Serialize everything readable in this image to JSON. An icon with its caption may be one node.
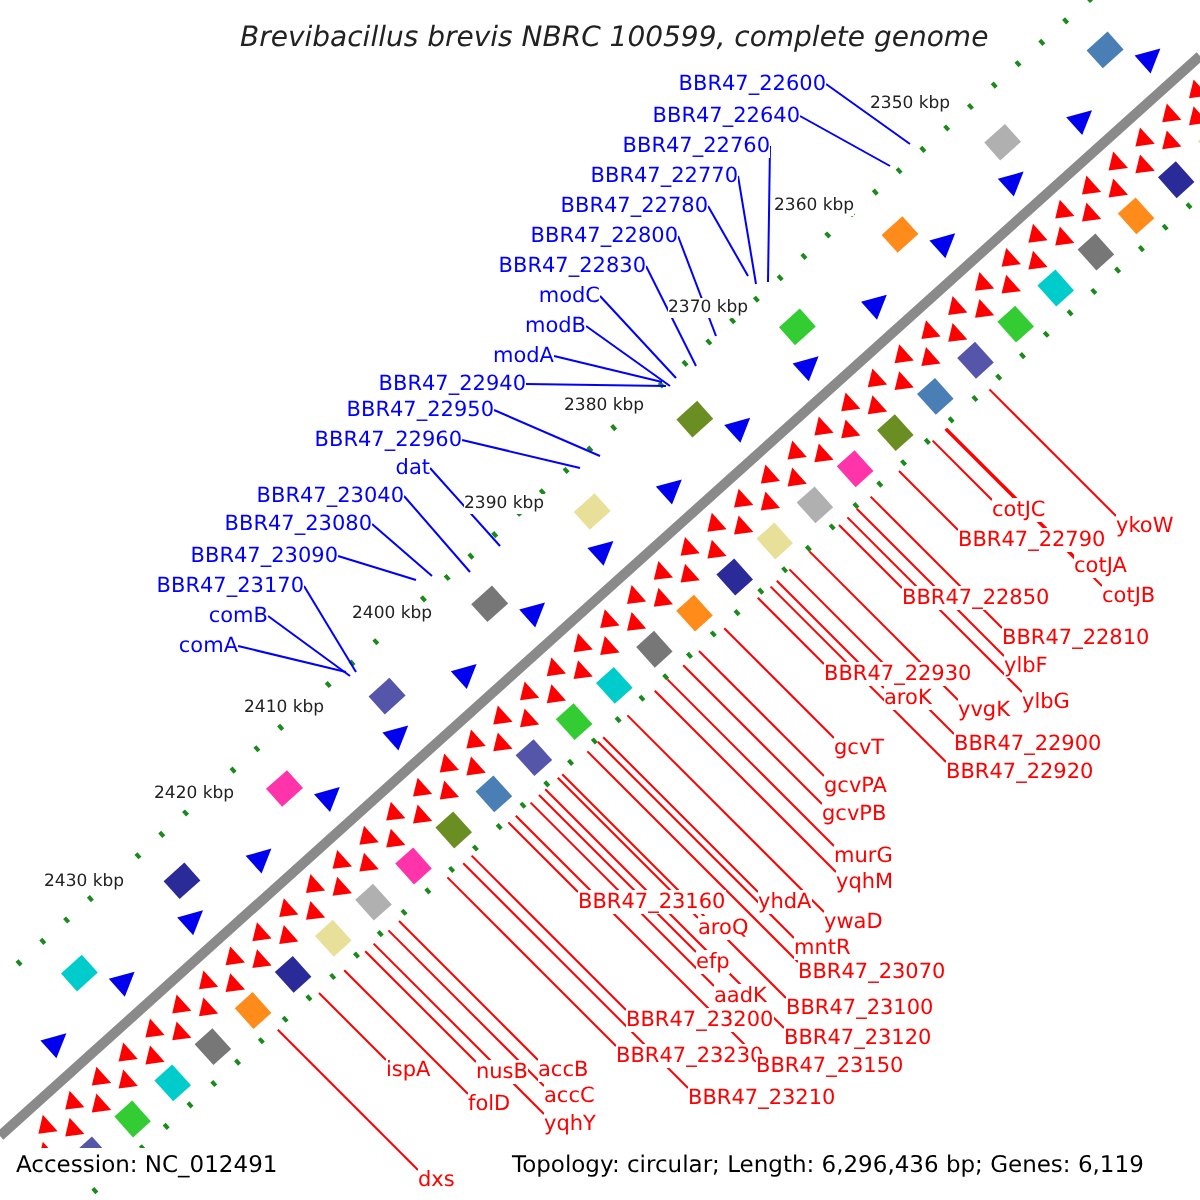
{
  "diagram": {
    "title": "Brevibacillus brevis NBRC 100599, complete genome",
    "nodes": [
      {
        "text": [
          "BBR47_22600"
        ]
      },
      {
        "text": [
          "BBR47_22640"
        ]
      },
      {
        "text": [
          "BBR47_22760"
        ]
      },
      {
        "text": [
          "BBR47_22770"
        ]
      },
      {
        "text": [
          "BBR47_22780"
        ]
      },
      {
        "text": [
          "BBR47_22800"
        ]
      },
      {
        "text": [
          "BBR47_22830"
        ]
      },
      {
        "text": [
          "modC"
        ]
      },
      {
        "text": [
          "modB"
        ]
      },
      {
        "text": [
          "modA"
        ]
      },
      {
        "text": [
          "BBR47_22940"
        ]
      },
      {
        "text": [
          "BBR47_22950"
        ]
      },
      {
        "text": [
          "BBR47_22960"
        ]
      },
      {
        "text": [
          "dat"
        ]
      },
      {
        "text": [
          "BBR47_23040"
        ]
      },
      {
        "text": [
          "BBR47_23080"
        ]
      },
      {
        "text": [
          "BBR47_23090"
        ]
      },
      {
        "text": [
          "BBR47_23170"
        ]
      },
      {
        "text": [
          "comB"
        ]
      },
      {
        "text": [
          "comA"
        ]
      },
      {
        "text": [
          "cotJC"
        ]
      },
      {
        "text": [
          "ykoW"
        ]
      },
      {
        "text": [
          "BBR47_22790"
        ]
      },
      {
        "text": [
          "cotJA"
        ]
      },
      {
        "text": [
          "cotJB"
        ]
      },
      {
        "text": [
          "BBR47_22850"
        ]
      },
      {
        "text": [
          "BBR47_22810"
        ]
      },
      {
        "text": [
          "ylbF"
        ]
      },
      {
        "text": [
          "BBR47_22930"
        ]
      },
      {
        "text": [
          "aroK"
        ]
      },
      {
        "text": [
          "yvgK"
        ]
      },
      {
        "text": [
          "ylbG"
        ]
      },
      {
        "text": [
          "BBR47_22900"
        ]
      },
      {
        "text": [
          "BBR47_22920"
        ]
      },
      {
        "text": [
          "gcvT"
        ]
      },
      {
        "text": [
          "gcvPA"
        ]
      },
      {
        "text": [
          "gcvPB"
        ]
      },
      {
        "text": [
          "murG"
        ]
      },
      {
        "text": [
          "yqhM"
        ]
      },
      {
        "text": [
          "yhdA"
        ]
      },
      {
        "text": [
          "ywaD"
        ]
      },
      {
        "text": [
          "BBR47_23160"
        ]
      },
      {
        "text": [
          "aroQ"
        ]
      },
      {
        "text": [
          "mntR"
        ]
      },
      {
        "text": [
          "efp"
        ]
      },
      {
        "text": [
          "BBR47_23070"
        ]
      },
      {
        "text": [
          "aadK"
        ]
      },
      {
        "text": [
          "BBR47_23100"
        ]
      },
      {
        "text": [
          "BBR47_23200"
        ]
      },
      {
        "text": [
          "BBR47_23120"
        ]
      },
      {
        "text": [
          "BBR47_23230"
        ]
      },
      {
        "text": [
          "BBR47_23150"
        ]
      },
      {
        "text": [
          "BBR47_23210"
        ]
      },
      {
        "text": [
          "ispA"
        ]
      },
      {
        "text": [
          "nusB"
        ]
      },
      {
        "text": [
          "accB"
        ]
      },
      {
        "text": [
          "accC"
        ]
      },
      {
        "text": [
          "folD"
        ]
      },
      {
        "text": [
          "yqhY"
        ]
      },
      {
        "text": [
          "dxs"
        ]
      }
    ],
    "edges": [
      {
        "from": 0,
        "to": null,
        "arrow": "none",
        "color": "#0000ff"
      },
      {
        "from": 1,
        "to": null,
        "arrow": "none",
        "color": "#0000ff"
      },
      {
        "from": 2,
        "to": null,
        "arrow": "none",
        "color": "#0000ff"
      },
      {
        "from": 3,
        "to": null,
        "arrow": "none",
        "color": "#0000ff"
      },
      {
        "from": 4,
        "to": null,
        "arrow": "none",
        "color": "#0000ff"
      },
      {
        "from": 5,
        "to": null,
        "arrow": "none",
        "color": "#0000ff"
      },
      {
        "from": 6,
        "to": null,
        "arrow": "none",
        "color": "#0000ff"
      },
      {
        "from": 7,
        "to": null,
        "arrow": "none",
        "color": "#0000ff"
      },
      {
        "from": 8,
        "to": null,
        "arrow": "none",
        "color": "#0000ff"
      },
      {
        "from": 9,
        "to": null,
        "arrow": "none",
        "color": "#0000ff"
      },
      {
        "from": 10,
        "to": null,
        "arrow": "none",
        "color": "#0000ff"
      },
      {
        "from": 11,
        "to": null,
        "arrow": "none",
        "color": "#0000ff"
      },
      {
        "from": 12,
        "to": null,
        "arrow": "none",
        "color": "#0000ff"
      },
      {
        "from": 13,
        "to": null,
        "arrow": "none",
        "color": "#0000ff"
      },
      {
        "from": 14,
        "to": null,
        "arrow": "none",
        "color": "#0000ff"
      },
      {
        "from": 15,
        "to": null,
        "arrow": "none",
        "color": "#0000ff"
      },
      {
        "from": 16,
        "to": null,
        "arrow": "none",
        "color": "#0000ff"
      },
      {
        "from": 17,
        "to": null,
        "arrow": "none",
        "color": "#0000ff"
      },
      {
        "from": 18,
        "to": null,
        "arrow": "none",
        "color": "#0000ff"
      },
      {
        "from": 19,
        "to": null,
        "arrow": "none",
        "color": "#0000ff"
      },
      {
        "from": 20,
        "to": null,
        "arrow": "none"
      },
      {
        "from": 21,
        "to": null,
        "arrow": "none"
      },
      {
        "from": 22,
        "to": null,
        "arrow": "none"
      },
      {
        "from": 23,
        "to": null,
        "arrow": "none"
      },
      {
        "from": 24,
        "to": null,
        "arrow": "none"
      },
      {
        "from": 25,
        "to": null,
        "arrow": "none"
      },
      {
        "from": 26,
        "to": null,
        "arrow": "none"
      },
      {
        "from": 27,
        "to": null,
        "arrow": "none"
      },
      {
        "from": 28,
        "to": null,
        "arrow": "none"
      },
      {
        "from": 29,
        "to": null,
        "arrow": "none"
      },
      {
        "from": 30,
        "to": null,
        "arrow": "none"
      },
      {
        "from": 31,
        "to": null,
        "arrow": "none"
      },
      {
        "from": 32,
        "to": null,
        "arrow": "none"
      },
      {
        "from": 33,
        "to": null,
        "arrow": "none"
      },
      {
        "from": 34,
        "to": null,
        "arrow": "none"
      },
      {
        "from": 35,
        "to": null,
        "arrow": "none"
      },
      {
        "from": 36,
        "to": null,
        "arrow": "none"
      },
      {
        "from": 37,
        "to": null,
        "arrow": "none"
      },
      {
        "from": 38,
        "to": null,
        "arrow": "none"
      },
      {
        "from": 39,
        "to": null,
        "arrow": "none"
      },
      {
        "from": 40,
        "to": null,
        "arrow": "none"
      },
      {
        "from": 41,
        "to": null,
        "arrow": "none"
      },
      {
        "from": 42,
        "to": null,
        "arrow": "none"
      },
      {
        "from": 43,
        "to": null,
        "arrow": "none"
      },
      {
        "from": 44,
        "to": null,
        "arrow": "none"
      },
      {
        "from": 45,
        "to": null,
        "arrow": "none"
      },
      {
        "from": 46,
        "to": null,
        "arrow": "none"
      },
      {
        "from": 47,
        "to": null,
        "arrow": "none"
      },
      {
        "from": 48,
        "to": null,
        "arrow": "none"
      },
      {
        "from": 49,
        "to": null,
        "arrow": "none"
      },
      {
        "from": 50,
        "to": null,
        "arrow": "none"
      },
      {
        "from": 51,
        "to": null,
        "arrow": "none"
      },
      {
        "from": 52,
        "to": null,
        "arrow": "none"
      },
      {
        "from": 53,
        "to": null,
        "arrow": "none"
      },
      {
        "from": 54,
        "to": null,
        "arrow": "none"
      },
      {
        "from": 55,
        "to": null,
        "arrow": "none"
      },
      {
        "from": 56,
        "to": null,
        "arrow": "none"
      },
      {
        "from": 57,
        "to": null,
        "arrow": "none"
      },
      {
        "from": 58,
        "to": null,
        "arrow": "none"
      },
      {
        "from": 59,
        "to": null,
        "arrow": "none"
      }
    ],
    "labels": [
      "2350 kbp",
      "2360 kbp",
      "2370 kbp",
      "2380 kbp",
      "2390 kbp",
      "2400 kbp",
      "2410 kbp",
      "2420 kbp",
      "2430 kbp",
      "Accession: NC_012491",
      "Topology: circular; Length: 6,296,436 bp; Genes: 6,119"
    ]
  }
}
